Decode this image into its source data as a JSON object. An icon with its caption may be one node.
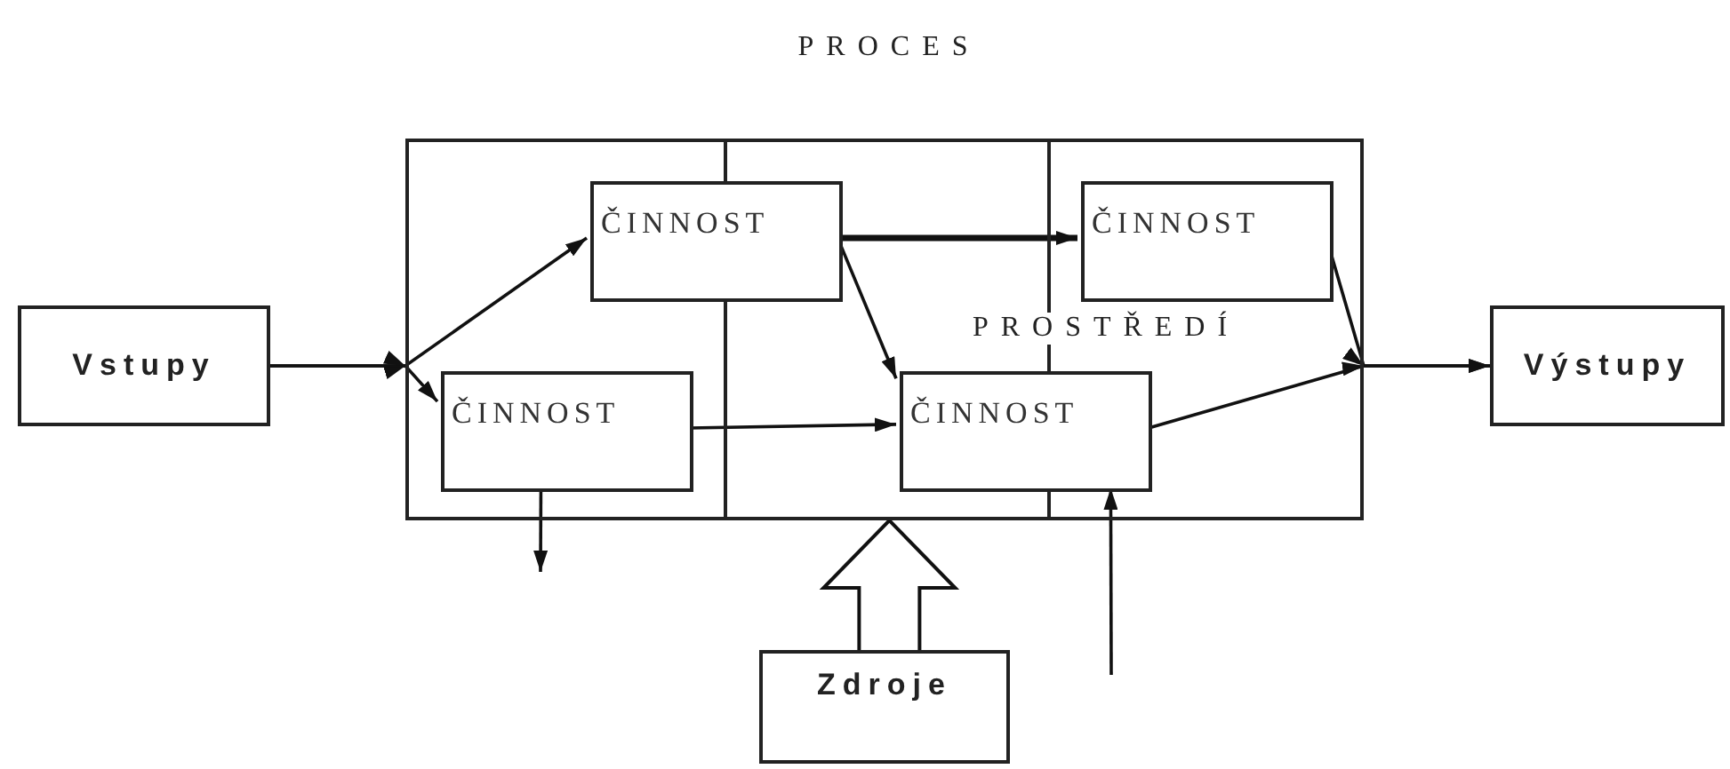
{
  "diagram": {
    "nodes": [
      {
        "text": [
          "Vstupy"
        ]
      },
      {
        "text": [
          "PROCES",
          "PROSTŘEDÍ"
        ]
      },
      {
        "text": [
          "ČINNOST"
        ],
        "in": 1
      },
      {
        "text": [
          "ČINNOST"
        ],
        "in": 1
      },
      {
        "text": [
          "ČINNOST"
        ],
        "in": 1
      },
      {
        "text": [
          "ČINNOST"
        ],
        "in": 1
      },
      {
        "text": [
          "Výstupy"
        ]
      },
      {
        "text": [
          "Zdroje"
        ]
      }
    ],
    "edges": [
      {
        "from": 0,
        "to": 2,
        "arrow": "to"
      },
      {
        "from": 0,
        "to": 3,
        "arrow": "to"
      },
      {
        "from": 2,
        "to": 4,
        "arrow": "to",
        "style": "thick"
      },
      {
        "from": 2,
        "to": 5,
        "arrow": "to"
      },
      {
        "from": 3,
        "to": 5,
        "arrow": "to"
      },
      {
        "from": 4,
        "to": 6,
        "arrow": "to"
      },
      {
        "from": 5,
        "to": 6,
        "arrow": "to"
      },
      {
        "from": 3,
        "to": null,
        "arrow": "to"
      },
      {
        "from": null,
        "to": 5,
        "arrow": "to"
      },
      {
        "from": 7,
        "to": 1,
        "arrow": "to"
      }
    ]
  }
}
